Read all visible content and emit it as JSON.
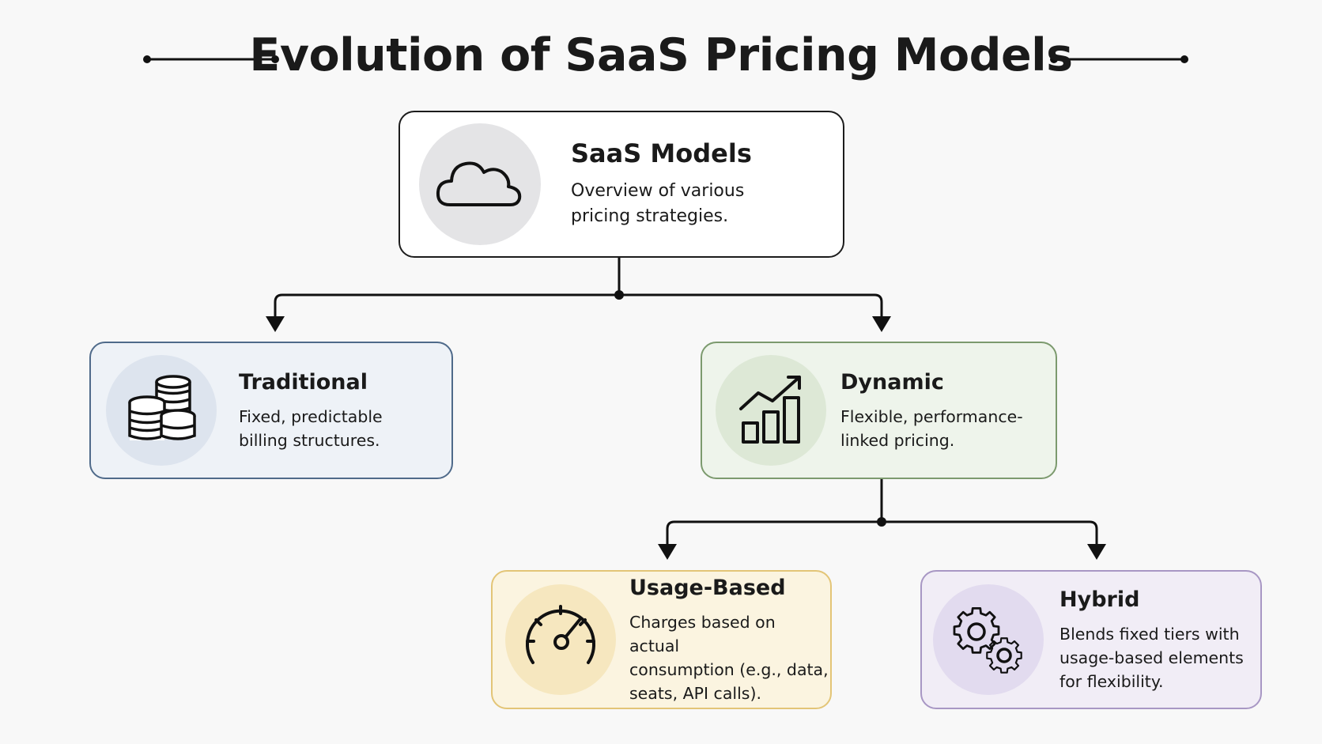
{
  "title": "Evolution of SaaS Pricing Models",
  "colors": {
    "line": "#111111",
    "traditional": "#4f6a8a",
    "dynamic": "#7c9a6e",
    "usage": "#e3c577",
    "hybrid": "#a897c4"
  },
  "nodes": {
    "saas": {
      "title": "SaaS Models",
      "desc_lines": [
        "Overview of various",
        "pricing strategies."
      ],
      "icon": "cloud-icon"
    },
    "traditional": {
      "title": "Traditional",
      "desc_lines": [
        "Fixed, predictable",
        "billing structures."
      ],
      "icon": "coins-stack-icon"
    },
    "dynamic": {
      "title": "Dynamic",
      "desc_lines": [
        "Flexible, performance-",
        "linked pricing."
      ],
      "icon": "growth-chart-icon"
    },
    "usage": {
      "title": "Usage-Based",
      "desc_lines": [
        "Charges based on actual",
        "consumption (e.g., data,",
        "seats, API calls)."
      ],
      "icon": "gauge-icon"
    },
    "hybrid": {
      "title": "Hybrid",
      "desc_lines": [
        "Blends fixed tiers with",
        "usage-based elements",
        "for flexibility."
      ],
      "icon": "gears-icon"
    }
  },
  "edges": [
    {
      "from": "SaaS Models",
      "to": "Traditional"
    },
    {
      "from": "SaaS Models",
      "to": "Dynamic"
    },
    {
      "from": "Dynamic",
      "to": "Usage-Based"
    },
    {
      "from": "Dynamic",
      "to": "Hybrid"
    }
  ]
}
